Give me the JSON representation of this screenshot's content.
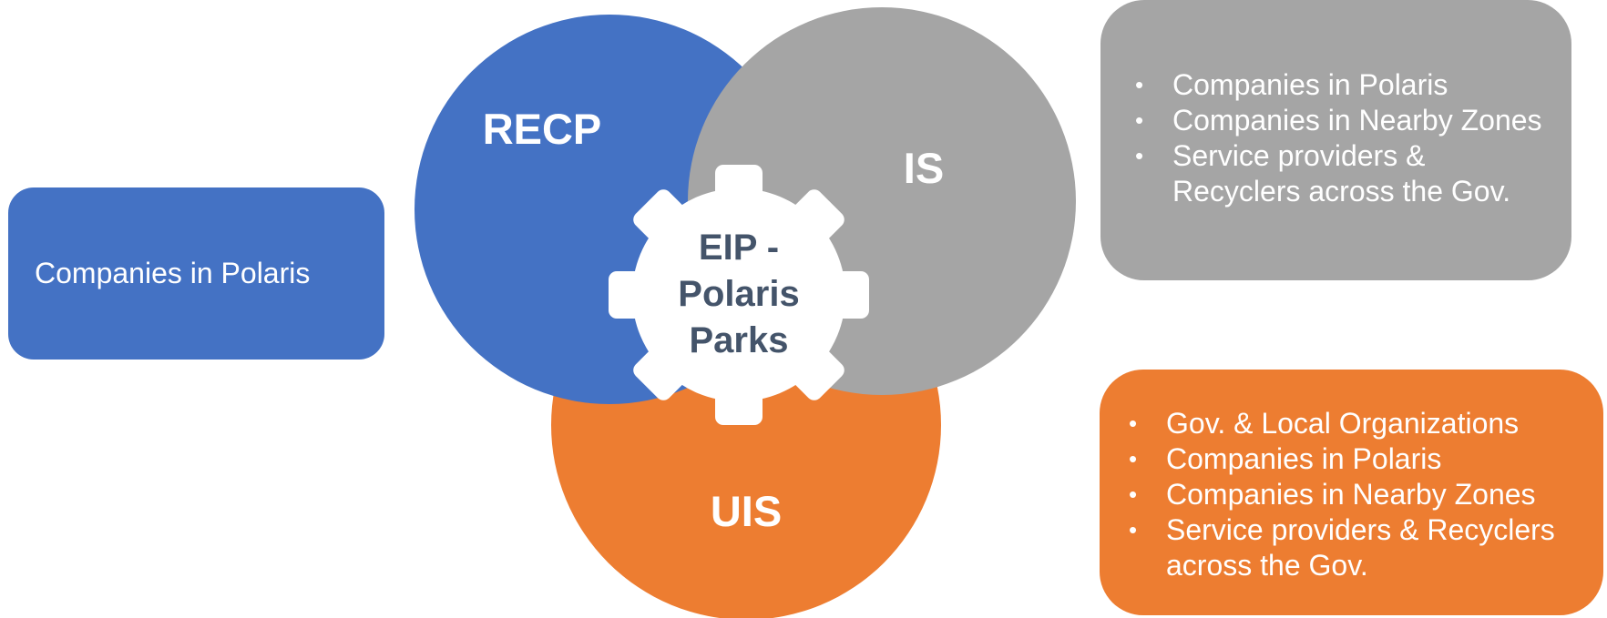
{
  "left_box": {
    "text": "Companies in Polaris"
  },
  "circles": {
    "recp": "RECP",
    "is": "IS",
    "uis": "UIS"
  },
  "center": {
    "line1": "EIP -",
    "line2": "Polaris",
    "line3": "Parks"
  },
  "is_box": {
    "items": [
      {
        "label": "Companies in Polaris"
      },
      {
        "label": "Companies in Nearby Zones"
      },
      {
        "label": "Service providers & Recyclers across the Gov."
      }
    ]
  },
  "uis_box": {
    "items": [
      {
        "label": "Gov. & Local Organizations"
      },
      {
        "label": "Companies in Polaris"
      },
      {
        "label": "Companies in Nearby Zones"
      },
      {
        "label": "Service providers & Recyclers across the Gov."
      }
    ]
  },
  "colors": {
    "recp": "#4472C4",
    "is": "#A5A5A5",
    "uis": "#ED7D31",
    "gear": "#FFFFFF",
    "gear_text": "#44546A"
  }
}
